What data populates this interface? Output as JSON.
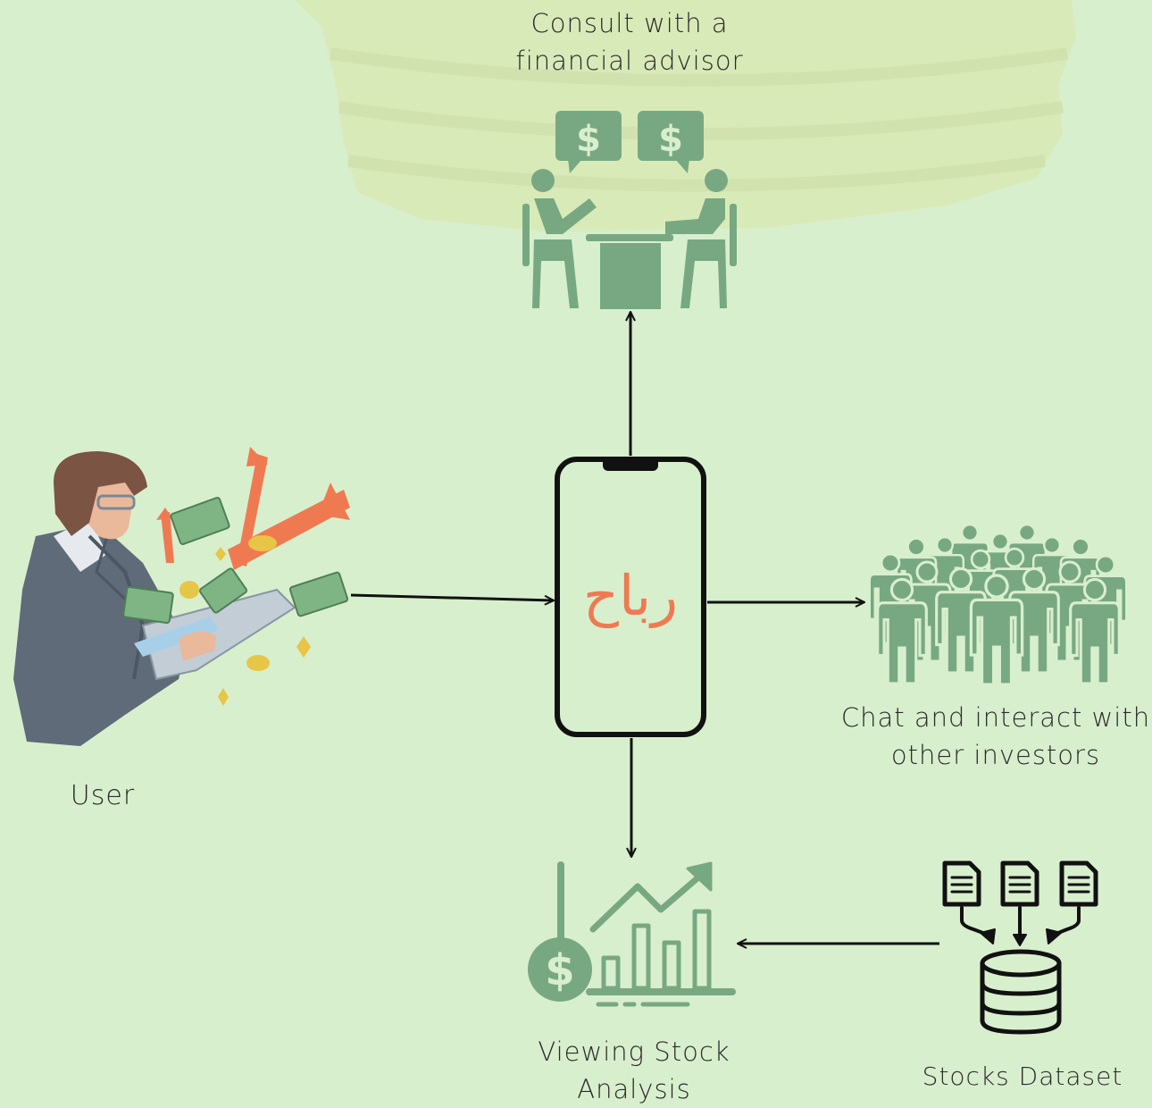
{
  "nodes": {
    "advisor": {
      "lines": [
        "Consult with a",
        "financial advisor"
      ],
      "icon": "advisor-meeting-icon"
    },
    "user": {
      "label": "User",
      "icon": "user-with-tablet-illustration"
    },
    "app": {
      "name": "رباح",
      "icon": "smartphone-icon"
    },
    "community": {
      "lines": [
        "Chat and interact with",
        "other investors"
      ],
      "icon": "investor-crowd-icon"
    },
    "analysis": {
      "lines": [
        "Viewing Stock",
        "Analysis"
      ],
      "icon": "stock-chart-icon"
    },
    "dataset": {
      "label": "Stocks Dataset",
      "icon": "database-icon"
    }
  },
  "edges": [
    {
      "from": "user",
      "to": "app"
    },
    {
      "from": "app",
      "to": "advisor"
    },
    {
      "from": "app",
      "to": "community"
    },
    {
      "from": "app",
      "to": "analysis"
    },
    {
      "from": "dataset",
      "to": "analysis"
    }
  ],
  "colors": {
    "background": "#d8efcd",
    "icon_green": "#78a882",
    "accent_orange": "#ef7a52",
    "stroke": "#111111"
  }
}
